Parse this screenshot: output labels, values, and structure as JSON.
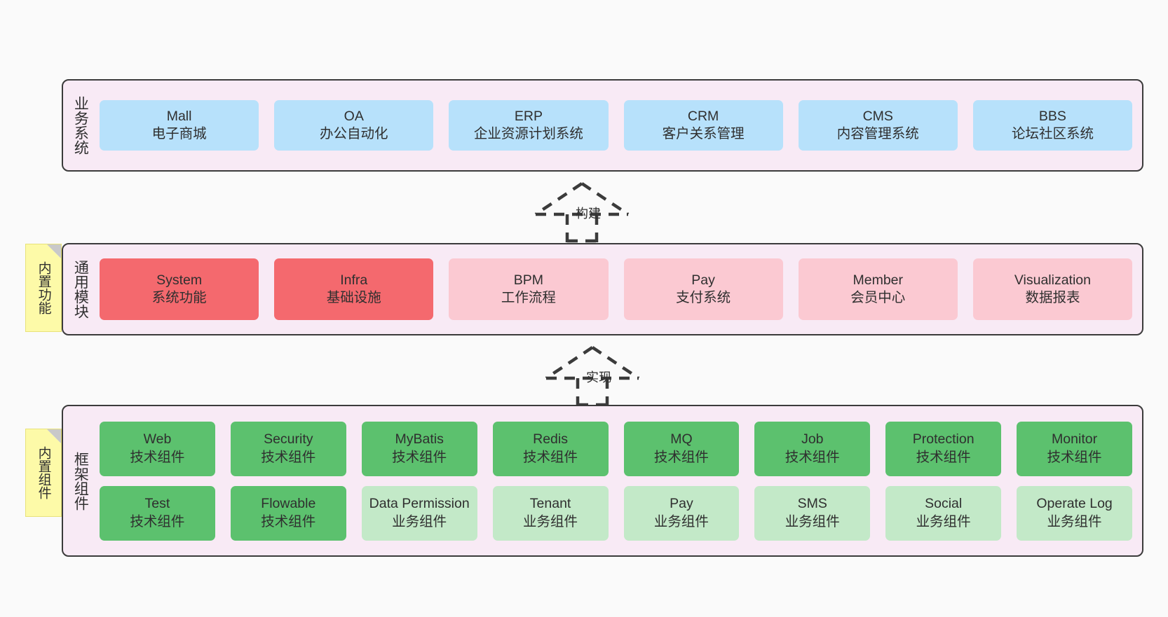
{
  "diagram": {
    "background": "#fafafa",
    "container_fill": "#f8eaf5",
    "container_border": "#3b3b3b"
  },
  "colors": {
    "blue": "#b7e1fb",
    "red": "#f4696e",
    "pink": "#fbc9d2",
    "green": "#5cc16e",
    "green_light": "#c3e9c8",
    "sticky_yellow": "#fdfaa8"
  },
  "sticky_notes": [
    {
      "id": "builtin-features",
      "label": "内置功能"
    },
    {
      "id": "builtin-components",
      "label": "内置组件"
    }
  ],
  "connectors": [
    {
      "id": "build",
      "label": "构建",
      "style": "dashed-generalization",
      "direction": "up"
    },
    {
      "id": "implement",
      "label": "实现",
      "style": "dashed-generalization",
      "direction": "up"
    }
  ],
  "layers": [
    {
      "id": "business-system",
      "title": "业务系统",
      "rows": [
        [
          {
            "name": "Mall",
            "desc": "电子商城",
            "color": "blue"
          },
          {
            "name": "OA",
            "desc": "办公自动化",
            "color": "blue"
          },
          {
            "name": "ERP",
            "desc": "企业资源计划系统",
            "color": "blue"
          },
          {
            "name": "CRM",
            "desc": "客户关系管理",
            "color": "blue"
          },
          {
            "name": "CMS",
            "desc": "内容管理系统",
            "color": "blue"
          },
          {
            "name": "BBS",
            "desc": "论坛社区系统",
            "color": "blue"
          }
        ]
      ]
    },
    {
      "id": "common-module",
      "title": "通用模块",
      "rows": [
        [
          {
            "name": "System",
            "desc": "系统功能",
            "color": "red"
          },
          {
            "name": "Infra",
            "desc": "基础设施",
            "color": "red"
          },
          {
            "name": "BPM",
            "desc": "工作流程",
            "color": "pink"
          },
          {
            "name": "Pay",
            "desc": "支付系统",
            "color": "pink"
          },
          {
            "name": "Member",
            "desc": "会员中心",
            "color": "pink"
          },
          {
            "name": "Visualization",
            "desc": "数据报表",
            "color": "pink"
          }
        ]
      ]
    },
    {
      "id": "framework-component",
      "title": "框架组件",
      "rows": [
        [
          {
            "name": "Web",
            "desc": "技术组件",
            "color": "green"
          },
          {
            "name": "Security",
            "desc": "技术组件",
            "color": "green"
          },
          {
            "name": "MyBatis",
            "desc": "技术组件",
            "color": "green"
          },
          {
            "name": "Redis",
            "desc": "技术组件",
            "color": "green"
          },
          {
            "name": "MQ",
            "desc": "技术组件",
            "color": "green"
          },
          {
            "name": "Job",
            "desc": "技术组件",
            "color": "green"
          },
          {
            "name": "Protection",
            "desc": "技术组件",
            "color": "green"
          },
          {
            "name": "Monitor",
            "desc": "技术组件",
            "color": "green"
          }
        ],
        [
          {
            "name": "Test",
            "desc": "技术组件",
            "color": "green"
          },
          {
            "name": "Flowable",
            "desc": "技术组件",
            "color": "green"
          },
          {
            "name": "Data Permission",
            "desc": "业务组件",
            "color": "green_light"
          },
          {
            "name": "Tenant",
            "desc": "业务组件",
            "color": "green_light"
          },
          {
            "name": "Pay",
            "desc": "业务组件",
            "color": "green_light"
          },
          {
            "name": "SMS",
            "desc": "业务组件",
            "color": "green_light"
          },
          {
            "name": "Social",
            "desc": "业务组件",
            "color": "green_light"
          },
          {
            "name": "Operate Log",
            "desc": "业务组件",
            "color": "green_light"
          }
        ]
      ]
    }
  ]
}
